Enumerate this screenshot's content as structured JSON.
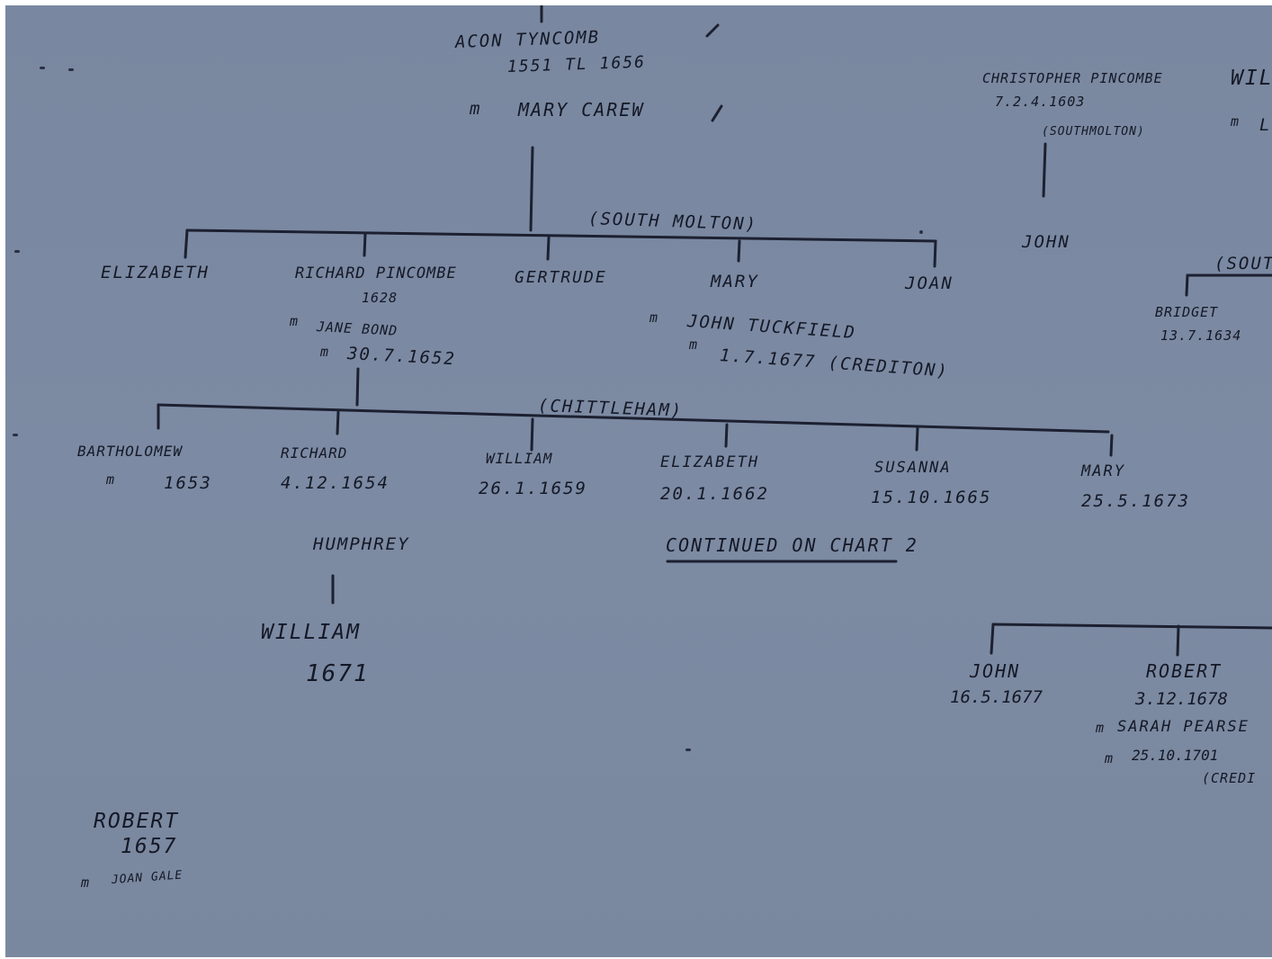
{
  "chart": {
    "root": {
      "name": "ACON TYNCOMB",
      "years": "1551 TL 1656",
      "spouse": "MARY CAREW"
    },
    "gen1_place": "(SOUTH MOLTON)",
    "gen1": [
      {
        "name": "ELIZABETH"
      },
      {
        "name": "RICHARD PINCOMBE",
        "year": "1628",
        "spouse": "JANE BOND",
        "marriage": "30.7.1652"
      },
      {
        "name": "GERTRUDE"
      },
      {
        "name": "MARY",
        "spouse": "JOHN TUCKFIELD",
        "marriage": "1.7.1677 (CREDITON)"
      },
      {
        "name": "JOAN"
      }
    ],
    "gen2_place": "(CHITTLEHAM)",
    "gen2": [
      {
        "name": "BARTHOLOMEW",
        "date": "1653"
      },
      {
        "name": "RICHARD",
        "date": "4.12.1654"
      },
      {
        "name": "WILLIAM",
        "date": "26.1.1659"
      },
      {
        "name": "ELIZABETH",
        "date": "20.1.1662"
      },
      {
        "name": "SUSANNA",
        "date": "15.10.1665"
      },
      {
        "name": "MARY",
        "date": "25.5.1673"
      }
    ],
    "continued": "CONTINUED ON CHART 2",
    "humphrey": "HUMPHREY",
    "william": {
      "name": "WILLIAM",
      "year": "1671"
    },
    "robert_left": {
      "name": "ROBERT",
      "year": "1657",
      "spouse": "JOAN GALE"
    },
    "christopher": {
      "name": "CHRISTOPHER PINCOMBE",
      "date": "7.2.4.1603",
      "place": "(SOUTHMOLTON)",
      "child": "JOHN"
    },
    "partial_right": {
      "name": "WIL",
      "spouse": "L",
      "place": "(SOUT",
      "bridget": "BRIDGET",
      "bridget_date": "13.7.1634"
    },
    "bottom_right": {
      "john": "JOHN",
      "john_date": "16.5.1677",
      "robert": "ROBERT",
      "robert_date": "3.12.1678",
      "robert_spouse": "SARAH PEARSE",
      "robert_marriage": "25.10.1701",
      "robert_place": "(CREDI"
    }
  }
}
